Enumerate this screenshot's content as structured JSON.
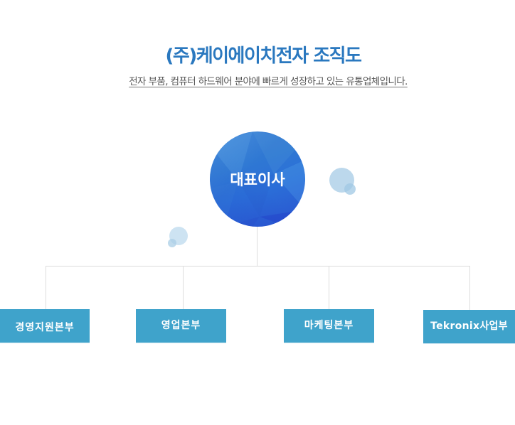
{
  "header": {
    "title": "(주)케이에이치전자 조직도",
    "subtitle": "전자 부품, 컴퓨터 하드웨어 분야에 빠르게 성장하고 있는 유통업체입니다."
  },
  "org_chart": {
    "root": {
      "label": "대표이사",
      "color": "#2f72d4"
    },
    "departments": [
      {
        "label": "경영지원본부"
      },
      {
        "label": "영업본부"
      },
      {
        "label": "마케팅본부"
      },
      {
        "label": "Tekronix사업부"
      }
    ],
    "colors": {
      "title": "#2a78bf",
      "department_box": "#3fa3cb",
      "connector": "#dddddd",
      "bubble": "#bcd8ec"
    }
  }
}
